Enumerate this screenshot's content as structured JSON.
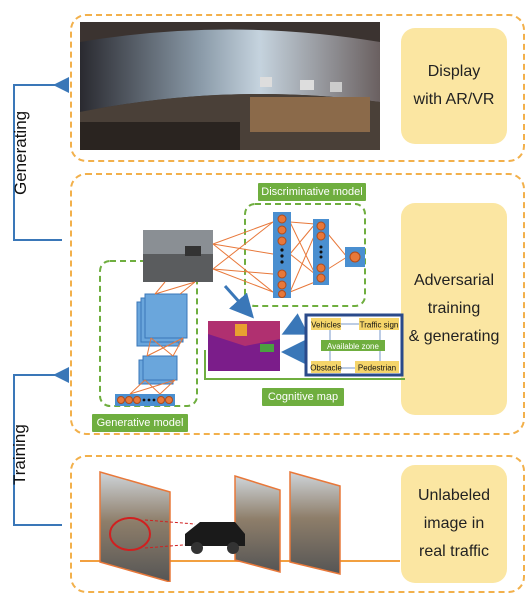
{
  "sections": {
    "top": {
      "label": "Display\nwith AR/VR"
    },
    "middle": {
      "label": "Adversarial\ntraining\n& generating"
    },
    "bottom": {
      "label": "Unlabeled\nimage in\nreal traffic"
    }
  },
  "side_labels": {
    "generating": "Generating",
    "training": "Training"
  },
  "diagram": {
    "discriminative_model": "Discriminative model",
    "generative_model": "Generative model",
    "cognitive_map": "Cognitive map",
    "map_labels": {
      "vehicles": "Vehicles",
      "traffic_sign": "Traffic sign",
      "available_zone": "Available zone",
      "obstacle": "Obstacle",
      "pedestrian": "Pedestrian"
    }
  },
  "colors": {
    "panel_border": "#f2b04b",
    "label_fill": "#fbe6a2",
    "green": "#6fae3f",
    "arrow_blue": "#3a77b8",
    "neuron": "#e8783a"
  }
}
